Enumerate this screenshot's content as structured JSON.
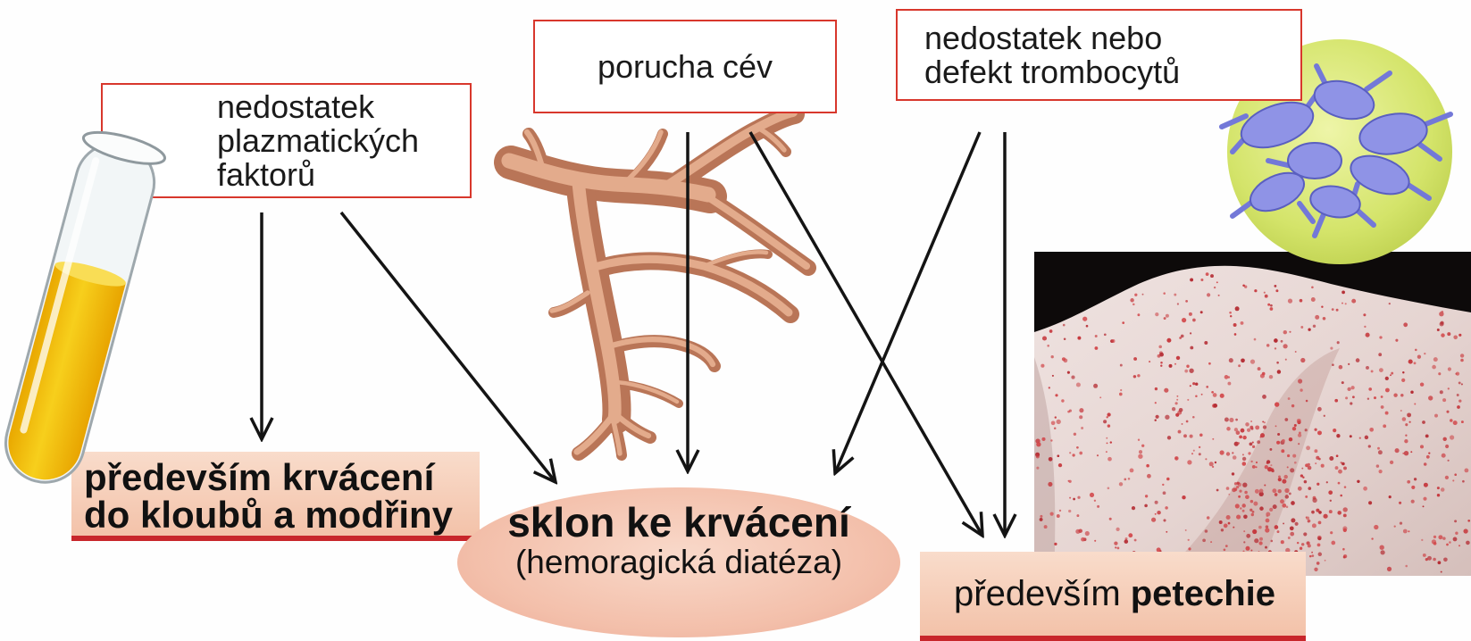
{
  "causes": {
    "plasma_factors": {
      "lines": [
        "nedostatek",
        "plazmatických",
        "faktorů"
      ]
    },
    "vessel_disorder": {
      "lines": [
        "porucha cév"
      ]
    },
    "platelet_defect": {
      "lines": [
        "nedostatek nebo",
        "defekt trombocytů"
      ]
    }
  },
  "center": {
    "title": "sklon ke krvácení",
    "subtitle": "(hemoragická diatéza)"
  },
  "outcomes": {
    "joints": {
      "lines": [
        "především krvácení",
        "do kloubů a modřiny"
      ]
    },
    "petechiae": {
      "prefix": "především",
      "emphasis": "petechie"
    }
  },
  "illustrations": [
    "test-tube-icon",
    "blood-vessel-icon",
    "platelets-icon",
    "skin-petechiae-photo"
  ],
  "colors": {
    "box_border": "#d8372c",
    "underline": "#c8262b",
    "text": "#1a1a1a",
    "arrow": "#141414",
    "outcome_fill": "#f3c2a9",
    "ellipse_fill": "#f3bfaa",
    "plasma_yellow": "#f2c200",
    "vessel_tan": "#c98866",
    "platelet_blue": "#8f93e6",
    "platelet_circle_green": "#d4e46a",
    "petechia_red": "#c63a3f"
  }
}
